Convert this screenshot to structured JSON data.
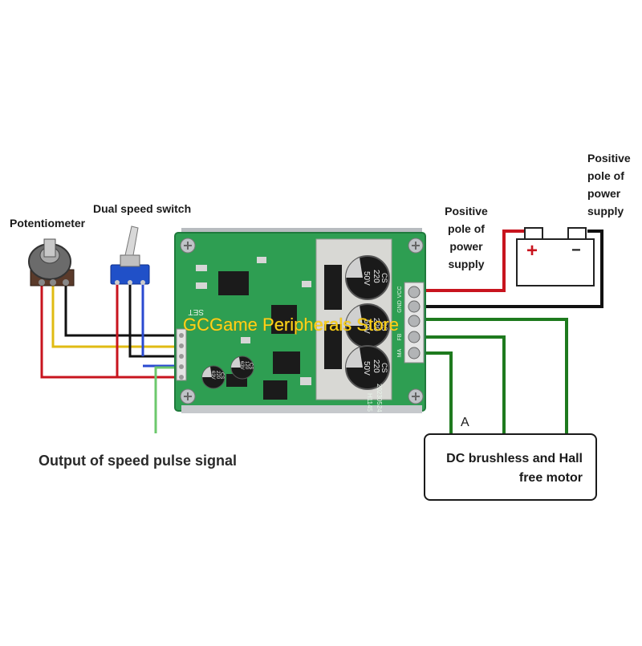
{
  "labels": {
    "potentiometer": "Potentiometer",
    "dual_speed_switch": "Dual speed switch",
    "positive_pole_1": [
      "Positive",
      "pole of",
      "power",
      "supply"
    ],
    "positive_pole_2": [
      "Positive",
      "pole of",
      "power",
      "supply"
    ],
    "output_signal": "Output of speed pulse signal",
    "motor": [
      "DC brushless and Hall",
      "free motor"
    ],
    "motor_terminal": "A"
  },
  "battery": {
    "plus": "+",
    "minus": "−"
  },
  "board": {
    "capacitors": [
      {
        "voltage": "50V",
        "cap": "220",
        "series": "CS"
      },
      {
        "voltage": "50V",
        "cap": "220",
        "series": "CS"
      },
      {
        "voltage": "50V",
        "cap": "220",
        "series": "CS"
      }
    ],
    "small_capacitors": [
      {
        "voltage": "63V",
        "cap": "220",
        "series": "CS"
      },
      {
        "voltage": "63V",
        "cap": "120",
        "series": "CS"
      }
    ],
    "right_pins": [
      "VCC",
      "GND",
      "",
      "FB",
      "MA"
    ],
    "left_marking": "SET",
    "date_code": "20230524",
    "part_code": "H1145"
  },
  "watermark": "GCGame Peripherals Store",
  "colors": {
    "pcb": "#2e9e52",
    "wire_red": "#c8141e",
    "wire_black": "#111111",
    "wire_yellow": "#e0bb12",
    "wire_blue": "#2a4ad0",
    "wire_green": "#1e7a1e",
    "wire_light_green": "#6cc86c",
    "watermark": "#ffd21a"
  }
}
